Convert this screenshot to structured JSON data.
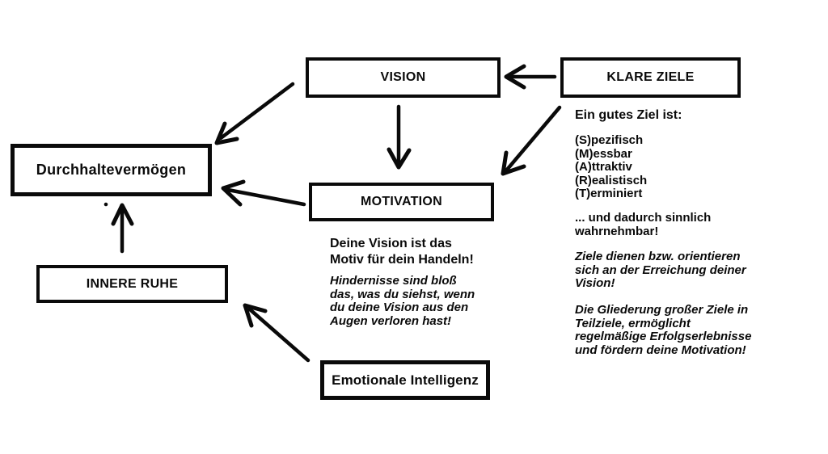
{
  "diagram": {
    "colors": {
      "ink": "#0a0a0a",
      "background": "#ffffff"
    },
    "boxes": {
      "durchhaltevermoegen": {
        "label": "Durchhaltevermögen"
      },
      "vision": {
        "label": "VISION"
      },
      "motivation": {
        "label": "MOTIVATION"
      },
      "klare_ziele": {
        "label": "KLARE ZIELE"
      },
      "innere_ruhe": {
        "label": "INNERE RUHE"
      },
      "emotionale_intelligenz": {
        "label": "Emotionale Intelligenz"
      }
    },
    "notes": {
      "motivation_note_1": "Deine Vision ist das\nMotiv für dein Handeln!",
      "motivation_note_2": "Hindernisse sind bloß\ndas, was du siehst, wenn\ndu deine Vision aus den\nAugen verloren hast!",
      "ziele_heading": "Ein gutes Ziel ist:",
      "smart_list": "(S)pezifisch\n(M)essbar\n(A)ttraktiv\n(R)ealistisch\n(T)erminiert",
      "ziele_note_1": "... und dadurch sinnlich\nwahrnehmbar!",
      "ziele_note_2": "Ziele dienen bzw. orientieren\nsich an der Erreichung deiner\nVision!",
      "ziele_note_3": "Die Gliederung großer Ziele in\nTeilziele, ermöglicht\nregelmäßige Erfolgserlebnisse\nund fördern deine Motivation!"
    },
    "edges": [
      {
        "from": "KLARE ZIELE",
        "to": "VISION"
      },
      {
        "from": "VISION",
        "to": "Durchhaltevermögen"
      },
      {
        "from": "VISION",
        "to": "MOTIVATION"
      },
      {
        "from": "KLARE ZIELE",
        "to": "MOTIVATION"
      },
      {
        "from": "MOTIVATION",
        "to": "Durchhaltevermögen"
      },
      {
        "from": "INNERE RUHE",
        "to": "Durchhaltevermögen"
      },
      {
        "from": "Emotionale Intelligenz",
        "to": "INNERE RUHE"
      }
    ]
  }
}
